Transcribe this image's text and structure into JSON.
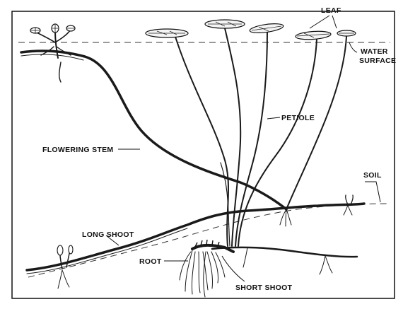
{
  "diagram": {
    "labels": {
      "leaf": "LEAF",
      "water_surface_line1": "WATER",
      "water_surface_line2": "SURFACE",
      "petiole": "PETIOLE",
      "flowering_stem": "FLOWERING STEM",
      "soil": "SOIL",
      "long_shoot": "LONG SHOOT",
      "root": "ROOT",
      "short_shoot": "SHORT SHOOT"
    }
  }
}
